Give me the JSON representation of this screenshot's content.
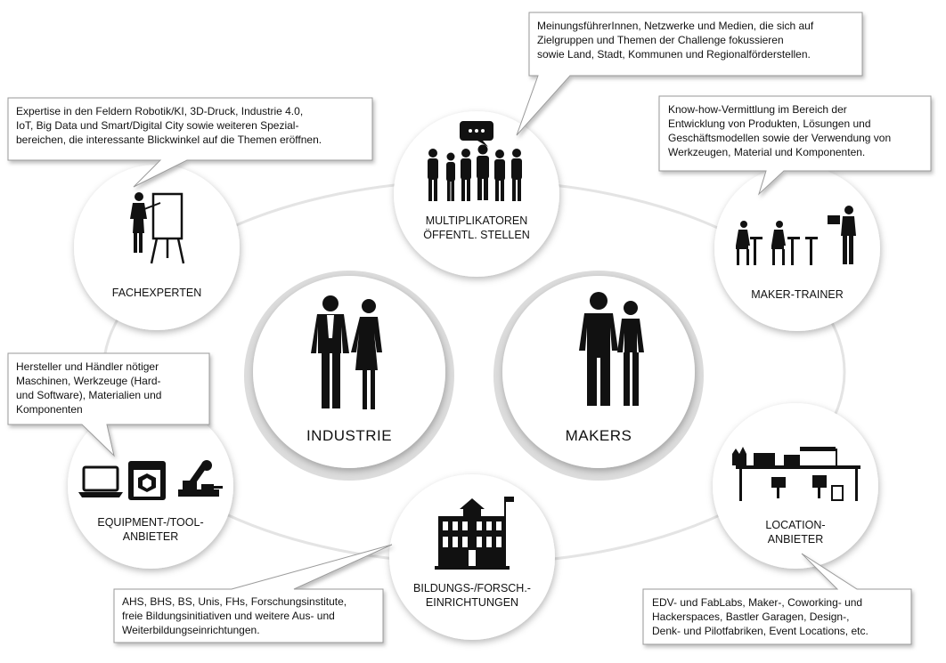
{
  "nodes": {
    "multiplikatoren": "MULTIPLIKATOREN\nÖFFENTL. STELLEN",
    "fachexperten": "FACHEXPERTEN",
    "maker_trainer": "MAKER-TRAINER",
    "equipment": "EQUIPMENT-/TOOL-\nANBIETER",
    "bildung": "BILDUNGS-/FORSCH.-\nEINRICHTUNGEN",
    "location": "LOCATION-\nANBIETER"
  },
  "center": {
    "industrie": "INDUSTRIE",
    "makers": "MAKERS"
  },
  "callouts": {
    "multiplikatoren": "MeinungsführerInnen, Netzwerke und Medien, die sich auf\nZielgruppen  und Themen der Challenge fokussieren\nsowie Land, Stadt, Kommunen und Regionalförderstellen.",
    "fachexperten": "Expertise in den Feldern Robotik/KI, 3D-Druck, Industrie 4.0,\nIoT, Big Data und Smart/Digital City sowie weiteren Spezial-\nbereichen, die interessante Blickwinkel auf die Themen eröffnen.",
    "maker_trainer": "Know-how-Vermittlung im Bereich der\nEntwicklung von Produkten, Lösungen und\nGeschäftsmodellen sowie der Verwendung von\nWerkzeugen, Material und Komponenten.",
    "equipment": "Hersteller und Händler nötiger\nMaschinen, Werkzeuge (Hard-\nund Software), Materialien und\nKomponenten",
    "bildung": "AHS, BHS, BS, Unis, FHs, Forschungsinstitute,\nfreie Bildungsinitiativen und weitere Aus- und\nWeiterbildungseinrichtungen.",
    "location": "EDV- und FabLabs, Maker-, Coworking- und\nHackerspaces, Bastler Garagen, Design-,\nDenk- und Pilotfabriken, Event Locations, etc."
  },
  "icons": [
    "speech-bubble-icon",
    "business-group-icon",
    "presenter-flipchart-icon",
    "workshop-trainer-icon",
    "businesspeople-icon",
    "makers-couple-icon",
    "laptop-icon",
    "3d-printer-icon",
    "soldering-station-icon",
    "school-building-icon",
    "workspace-desk-icon"
  ]
}
